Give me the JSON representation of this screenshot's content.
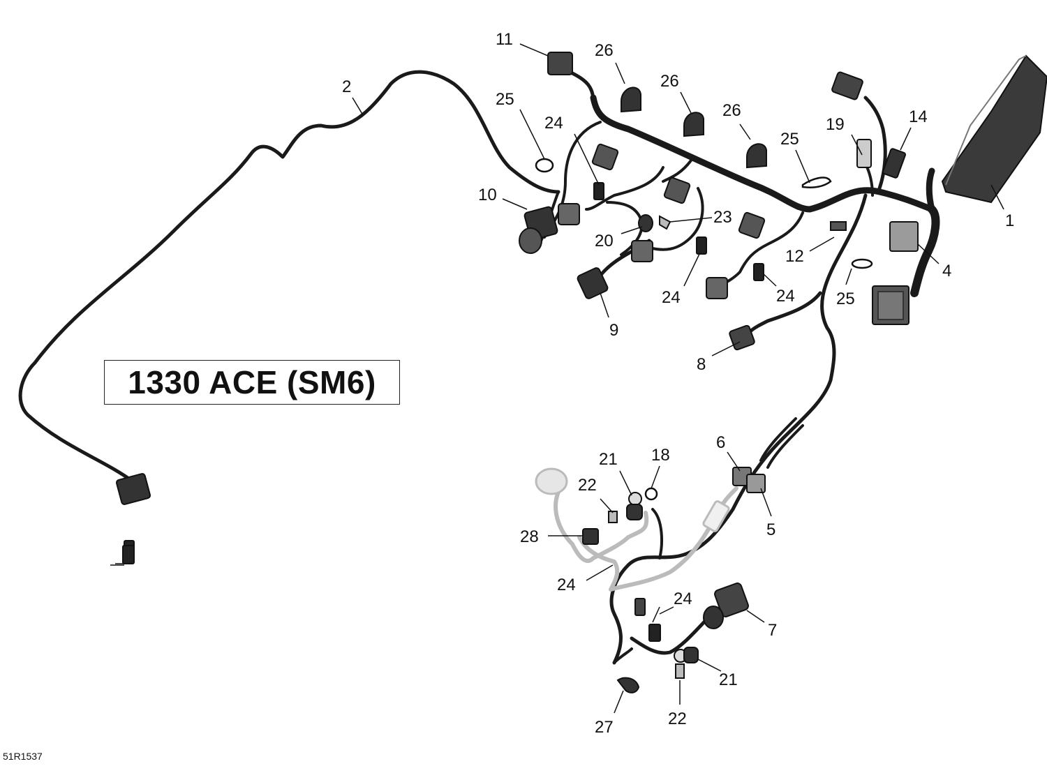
{
  "diagram": {
    "title": "1330 ACE (SM6)",
    "reference_code": "51R1537",
    "callouts": [
      "1",
      "2",
      "4",
      "5",
      "6",
      "7",
      "8",
      "9",
      "10",
      "11",
      "12",
      "14",
      "18",
      "19",
      "20",
      "21",
      "22",
      "23",
      "24",
      "25",
      "26",
      "27",
      "28"
    ]
  },
  "labels": {
    "c1": "1",
    "c2": "2",
    "c4": "4",
    "c5": "5",
    "c6": "6",
    "c7": "7",
    "c8": "8",
    "c9": "9",
    "c10": "10",
    "c11": "11",
    "c12": "12",
    "c14": "14",
    "c18": "18",
    "c19": "19",
    "c20": "20",
    "c21a": "21",
    "c21b": "21",
    "c22a": "22",
    "c22b": "22",
    "c23": "23",
    "c24a": "24",
    "c24b": "24",
    "c24c": "24",
    "c24d": "24",
    "c24e": "24",
    "c25a": "25",
    "c25b": "25",
    "c25c": "25",
    "c26a": "26",
    "c26b": "26",
    "c26c": "26",
    "c27": "27",
    "c28": "28"
  }
}
